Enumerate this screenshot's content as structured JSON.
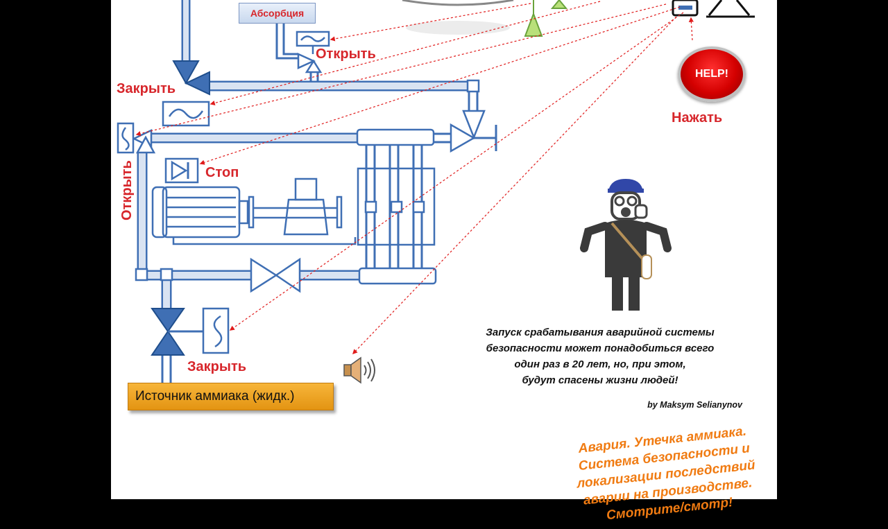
{
  "labels": {
    "absorption": "Абсорбция",
    "open_top": "Открыть",
    "close_left": "Закрыть",
    "open_vertical": "Открыть",
    "stop": "Стоп",
    "close_bottom": "Закрыть",
    "source": "Источник аммиака (жидк.)",
    "press": "Нажать",
    "help": "HELP!"
  },
  "note": [
    "Запуск срабатывания аварийной системы",
    "безопасности может понадобиться всего",
    "один раз в 20 лет, но, при этом,",
    "будут спасены жизни людей!"
  ],
  "author": "by Maksym Selianynov",
  "title_lines": [
    "Авария. Утечка аммиака.",
    "Система безопасности и",
    "локализации последствий",
    "аварии на производстве.",
    "Смотрите/смотр!"
  ],
  "colors": {
    "pipe": "#3f6fb4",
    "pipe_fill": "#d9e3f2",
    "label_red": "#d7262b",
    "title_orange": "#f07b12",
    "source_orange": "#f0a52a"
  }
}
